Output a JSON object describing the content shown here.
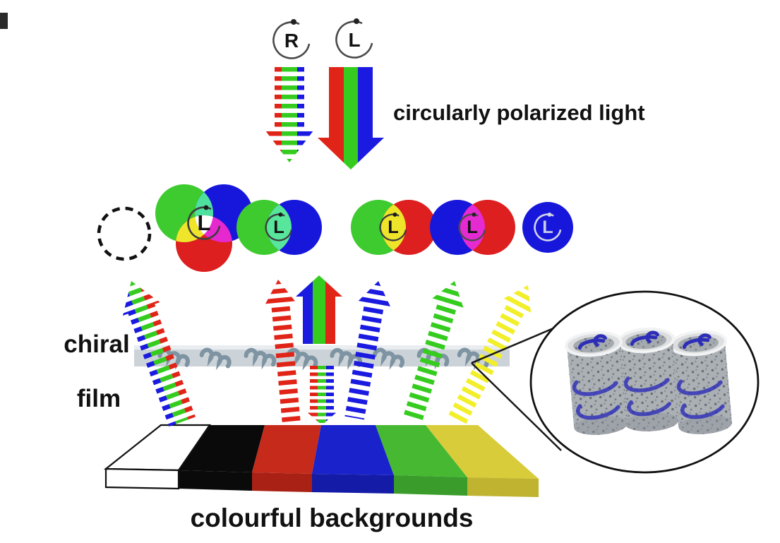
{
  "top": {
    "beams": [
      {
        "id": "rcp",
        "symbol": "R",
        "style": "dashed",
        "direction": "down",
        "stripes": [
          "red",
          "green",
          "blue"
        ]
      },
      {
        "id": "lcp",
        "symbol": "L",
        "style": "solid",
        "direction": "down",
        "stripes": [
          "red",
          "green",
          "blue"
        ]
      }
    ],
    "caption": "circularly polarized light"
  },
  "observed_row": {
    "circles": [
      {
        "id": "none",
        "colors": [],
        "label": ""
      },
      {
        "id": "green-blue-red-venn",
        "colors": [
          "green",
          "blue",
          "red"
        ],
        "overlaps": [
          "teal",
          "yellow",
          "magenta",
          "white"
        ],
        "label": "L"
      },
      {
        "id": "green-blue",
        "colors": [
          "green",
          "blue"
        ],
        "overlaps": [
          "teal"
        ],
        "label": "L"
      },
      {
        "id": "green-red",
        "colors": [
          "green",
          "red"
        ],
        "overlaps": [
          "yellow"
        ],
        "label": "L"
      },
      {
        "id": "blue-red",
        "colors": [
          "blue",
          "red"
        ],
        "overlaps": [
          "magenta"
        ],
        "label": "L"
      },
      {
        "id": "blue",
        "colors": [
          "blue"
        ],
        "overlaps": [],
        "label": "L"
      }
    ]
  },
  "film": {
    "label_top": "chiral",
    "label_bottom": "film"
  },
  "beams_at_film": {
    "reflected_up": [
      {
        "color": "rgb-striped",
        "style": "dashed"
      },
      {
        "color": "red",
        "style": "dashed"
      },
      {
        "color": "rgb-striped",
        "style": "solid"
      },
      {
        "color": "blue",
        "style": "dashed"
      },
      {
        "color": "green",
        "style": "dashed"
      },
      {
        "color": "yellow",
        "style": "dashed"
      }
    ],
    "transmitted_down": {
      "color": "rgb-striped",
      "style": "dashed"
    }
  },
  "magnified_view": {
    "cylinders": 3,
    "content": "helical-nanostructures"
  },
  "backgrounds": {
    "caption": "colourful backgrounds",
    "strip": [
      "white",
      "black",
      "red",
      "blue",
      "green",
      "yellow"
    ]
  },
  "palette": {
    "red": "#e02418",
    "green": "#35cc1f",
    "blue": "#1a1ae0",
    "yellow": "#f2ef2a",
    "teal_overlap": "#4fe0a0",
    "yellow_overlap": "#efe62b",
    "magenta_overlap": "#e628cf",
    "slab_red": "#c62a1a",
    "slab_blue": "#1a22cc",
    "slab_green": "#46b832",
    "slab_yellow": "#d9cc3a",
    "film_gray": "#ccd3d8",
    "spring_blue": "#2d2db8"
  }
}
